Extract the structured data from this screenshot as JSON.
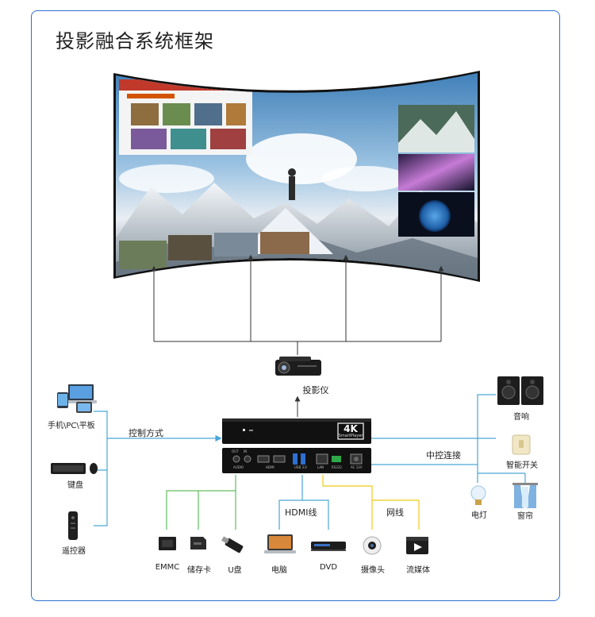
{
  "title": "投影融合系统框架",
  "projector": {
    "label": "投影仪"
  },
  "device": {
    "badge": "4K",
    "sub": "SmartPlayer",
    "port_labels": [
      "OUT",
      "IN",
      "AUDIO",
      "HDMI",
      "USB 3.0",
      "LAN",
      "RS232",
      "AC 12V"
    ]
  },
  "left": {
    "items": [
      {
        "label": "手机\\PC\\平板"
      },
      {
        "label": "键盘"
      },
      {
        "label": "遥控器"
      }
    ],
    "link_label": "控制方式"
  },
  "right": {
    "link_label": "中控连接",
    "items": [
      {
        "label": "音响"
      },
      {
        "label": "智能开关"
      },
      {
        "label": "电灯"
      },
      {
        "label": "窗帘"
      }
    ]
  },
  "bottom": {
    "hdmi_label": "HDMI线",
    "lan_label": "网线",
    "items": [
      {
        "label": "EMMC"
      },
      {
        "label": "储存卡"
      },
      {
        "label": "U盘"
      },
      {
        "label": "电脑"
      },
      {
        "label": "DVD"
      },
      {
        "label": "摄像头"
      },
      {
        "label": "流媒体"
      }
    ]
  },
  "colors": {
    "frame": "#2c6fd2",
    "blue_line": "#4aa6d8",
    "green_line": "#5fbf5f",
    "yellow_line": "#f2d23c",
    "arrow": "#333333"
  }
}
